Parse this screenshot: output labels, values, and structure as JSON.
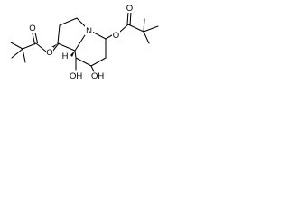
{
  "diagram": {
    "type": "chemical-structure",
    "atom_labels": {
      "ring_nitrogen": "N",
      "left_ester_oxygen": "O",
      "left_carbonyl_oxygen": "O",
      "right_ester_oxygen": "O",
      "right_carbonyl_oxygen": "O",
      "hydroxyl_1": "OH",
      "hydroxyl_2": "OH",
      "bridgehead_hydrogen": "H"
    }
  }
}
